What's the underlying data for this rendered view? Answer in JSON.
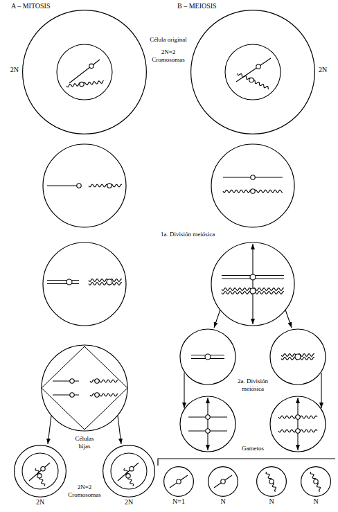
{
  "diagram": {
    "nodes": [
      {
        "text": [
          "2N"
        ]
      },
      {
        "text": [
          "2N"
        ]
      },
      {
        "text": [
          "2N"
        ]
      },
      {
        "text": [
          "2N"
        ]
      },
      {
        "text": [
          "N=1"
        ]
      },
      {
        "text": [
          "N"
        ]
      },
      {
        "text": [
          "N"
        ]
      },
      {
        "text": [
          "N"
        ]
      }
    ],
    "labels": [
      "A – MITOSIS",
      "Célula original",
      "2N=2 Cromosomas",
      "B – MEIOSIS",
      "1a. División meiósica",
      "2a. División meiósica",
      "Células hijas",
      "2N=2 Cromosomas",
      "Gametos"
    ]
  }
}
